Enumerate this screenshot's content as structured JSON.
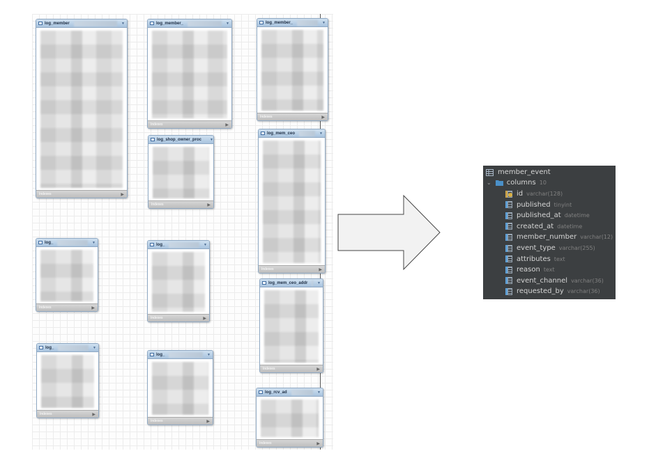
{
  "er_diagram": {
    "tables": [
      {
        "id": "t1",
        "name": "log_member"
      },
      {
        "id": "t2",
        "name": "log_member_"
      },
      {
        "id": "t3",
        "name": "log_member_"
      },
      {
        "id": "t4",
        "name": "log_shop_owner_proc"
      },
      {
        "id": "t5",
        "name": "log_mem_ceo"
      },
      {
        "id": "t6",
        "name": "log_"
      },
      {
        "id": "t7",
        "name": "log_"
      },
      {
        "id": "t8",
        "name": "log_mem_ceo_addr"
      },
      {
        "id": "t9",
        "name": "log_"
      },
      {
        "id": "t10",
        "name": "log_"
      },
      {
        "id": "t11",
        "name": "log_rcv_ad"
      }
    ],
    "footer_label": "Indexes"
  },
  "db_panel": {
    "table_name": "member_event",
    "columns_label": "columns",
    "columns_count": "10",
    "columns": [
      {
        "name": "id",
        "type": "varchar(128)",
        "key": true
      },
      {
        "name": "published",
        "type": "tinyint",
        "key": false
      },
      {
        "name": "published_at",
        "type": "datetime",
        "key": false
      },
      {
        "name": "created_at",
        "type": "datetime",
        "key": false
      },
      {
        "name": "member_number",
        "type": "varchar(12)",
        "key": false
      },
      {
        "name": "event_type",
        "type": "varchar(255)",
        "key": false
      },
      {
        "name": "attributes",
        "type": "text",
        "key": false
      },
      {
        "name": "reason",
        "type": "text",
        "key": false
      },
      {
        "name": "event_channel",
        "type": "varchar(36)",
        "key": false
      },
      {
        "name": "requested_by",
        "type": "varchar(36)",
        "key": false
      }
    ]
  },
  "colors": {
    "panel_bg": "#3c3f41",
    "folder": "#4a90c8",
    "arrow_fill": "#f2f2f2",
    "arrow_stroke": "#444444"
  }
}
